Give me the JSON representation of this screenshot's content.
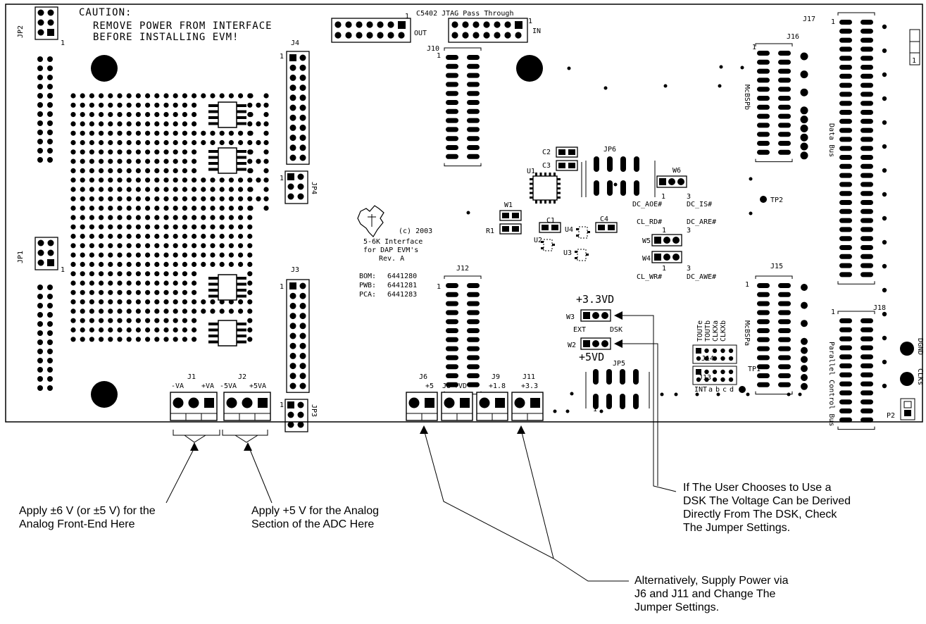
{
  "caution": {
    "heading": "CAUTION:",
    "line1": "REMOVE POWER FROM INTERFACE",
    "line2": "BEFORE INSTALLING EVM!"
  },
  "headers": {
    "jtag_title": "C5402 JTAG Pass Through",
    "out_label": "OUT",
    "in_label": "IN",
    "pin1": "1"
  },
  "connectors": {
    "jp2": "JP2",
    "jp1": "JP1",
    "jp3": "JP3",
    "jp4": "JP4",
    "jp5": "JP5",
    "jp6": "JP6",
    "j1": "J1",
    "j2": "J2",
    "j3": "J3",
    "j4": "J4",
    "j6": "J6",
    "j8": "J8",
    "j9": "J9",
    "j10": "J10",
    "j11": "J11",
    "j12": "J12",
    "j13": "J13",
    "j14": "J14",
    "j15": "J15",
    "j16": "J16",
    "j17": "J17",
    "j18": "J18",
    "tp1": "TP1",
    "tp2": "TP2",
    "p2": "P2"
  },
  "components": {
    "u1": "U1",
    "u2": "U2",
    "u3": "U3",
    "u4": "U4",
    "c1": "C1",
    "c2": "C2",
    "c3": "C3",
    "c4": "C4",
    "r1": "R1",
    "w1": "W1",
    "w2": "W2",
    "w3": "W3",
    "w4": "W4",
    "w5": "W5",
    "w6": "W6"
  },
  "power_labels": {
    "j1_minus": "-VA",
    "j1_plus": "+VA",
    "j2_minus": "-5VA",
    "j2_plus": "+5VA",
    "j6": "+5",
    "j8": "+VD",
    "j9": "+1.8",
    "j11": "+3.3",
    "v33": "+3.3VD",
    "v5": "+5VD",
    "ext": "EXT",
    "dsk": "DSK"
  },
  "signals": {
    "dc_aoe": "DC_AOE#",
    "dc_is": "DC_IS#",
    "cl_rd": "CL_RD#",
    "dc_are": "DC_ARE#",
    "cl_wr": "CL_WR#",
    "dc_awe": "DC_AWE#",
    "mcbspb": "McBSPb",
    "mcbspa": "McBSPa",
    "data_bus": "Data Bus",
    "parallel_bus": "Parallel Control Bus",
    "toute": "TOUTe",
    "toutb": "TOUTb",
    "clkxa": "CLKXa",
    "clkxb": "CLKXb",
    "int": "INT",
    "a": "a",
    "b": "b",
    "c": "c",
    "d": "d",
    "dgnd": "DGND",
    "clks": "CLKs",
    "one": "1",
    "three": "3"
  },
  "logo": {
    "copyright": "(c) 2003",
    "name1": "5-6K Interface",
    "name2": "for DAP EVM's",
    "rev": "Rev. A",
    "bom_k": "BOM:",
    "bom_v": "6441280",
    "pwb_k": "PWB:",
    "pwb_v": "6441281",
    "pca_k": "PCA:",
    "pca_v": "6441283"
  },
  "callouts": {
    "analog_fe": [
      "Apply ±6 V (or ±5 V) for the",
      "Analog Front-End Here"
    ],
    "adc": [
      "Apply +5 V for the Analog",
      "Section of the ADC Here"
    ],
    "dsk": [
      "If The User Chooses to Use a",
      "DSK The Voltage Can be Derived",
      "Directly From The DSK, Check",
      "The Jumper Settings."
    ],
    "alt": [
      "Alternatively, Supply Power via",
      "J6 and J11 and Change The",
      "Jumper Settings."
    ]
  }
}
